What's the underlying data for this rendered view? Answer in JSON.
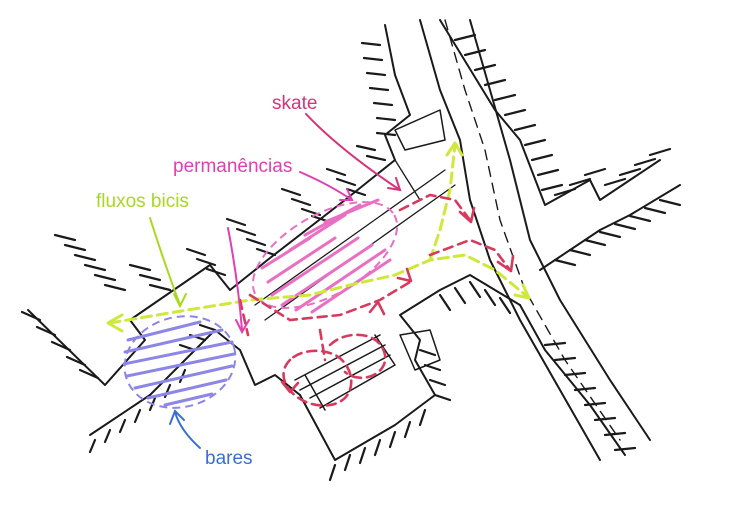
{
  "labels": {
    "skate": "skate",
    "permanencias": "permanências",
    "fluxos_bicis": "fluxos bicis",
    "bares": "bares"
  },
  "colors": {
    "skate": "#d6337a",
    "permanencias": "#e040b0",
    "fluxos_bicis": "#a8d81f",
    "bares": "#3a6fd0",
    "ink": "#1a1a1a",
    "zone_pink": "#e86fc2",
    "zone_blue": "#8c86e6",
    "flow_yellow": "#cfe83a",
    "flow_red": "#d83a5e"
  }
}
